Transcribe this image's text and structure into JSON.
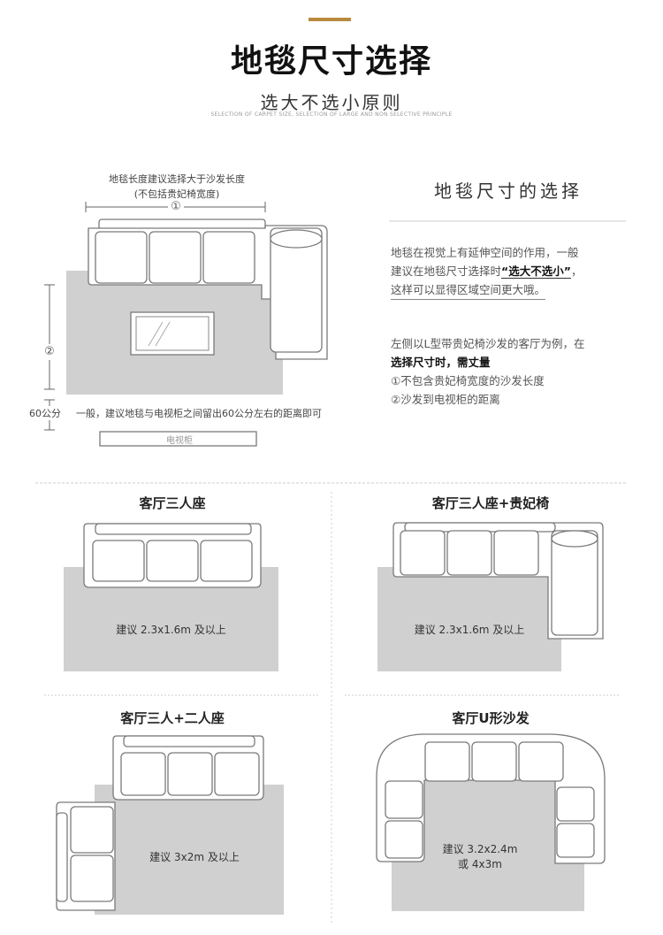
{
  "header": {
    "title": "地毯尺寸选择",
    "subtitle": "选大不选小原则",
    "subtitle_en": "SELECTION OF CARPET SIZE, SELECTION OF LARGE AND NON SELECTIVE PRINCIPLE"
  },
  "diagram": {
    "caption_line1": "地毯长度建议选择大于沙发长度",
    "caption_line2": "(不包括贵妃椅宽度)",
    "marker1": "①",
    "marker2": "②",
    "distance_label": "60公分",
    "distance_note": "一般，建议地毯与电视柜之间留出60公分左右的距离即可",
    "tv_label": "电视柜"
  },
  "info": {
    "title": "地毯尺寸的选择",
    "p1_line1": "地毯在视觉上有延伸空间的作用，一般",
    "p1_line2a": "建议在地毯尺寸选择时",
    "p1_highlight": "“选大不选小”",
    "p1_line2b": "，",
    "p1_line3": "这样可以显得区域空间更大哦。",
    "p2_line1": "左侧以L型带贵妃椅沙发的客厅为例，在",
    "p2_line2": "选择尺寸时，需丈量",
    "p2_item1": "①不包含贵妃椅宽度的沙发长度",
    "p2_item2": "②沙发到电视柜的距离"
  },
  "panels": [
    {
      "title": "客厅三人座",
      "advice": "建议 2.3x1.6m 及以上"
    },
    {
      "title": "客厅三人座+贵妃椅",
      "advice": "建议 2.3x1.6m 及以上"
    },
    {
      "title": "客厅三人+二人座",
      "advice": "建议 3x2m 及以上"
    },
    {
      "title": "客厅U形沙发",
      "advice_line1": "建议 3.2x2.4m",
      "advice_line2": "或 4x3m"
    }
  ],
  "colors": {
    "accent": "#b88a3e",
    "rug": "#d0d0d0",
    "sofa_stroke": "#777777"
  }
}
